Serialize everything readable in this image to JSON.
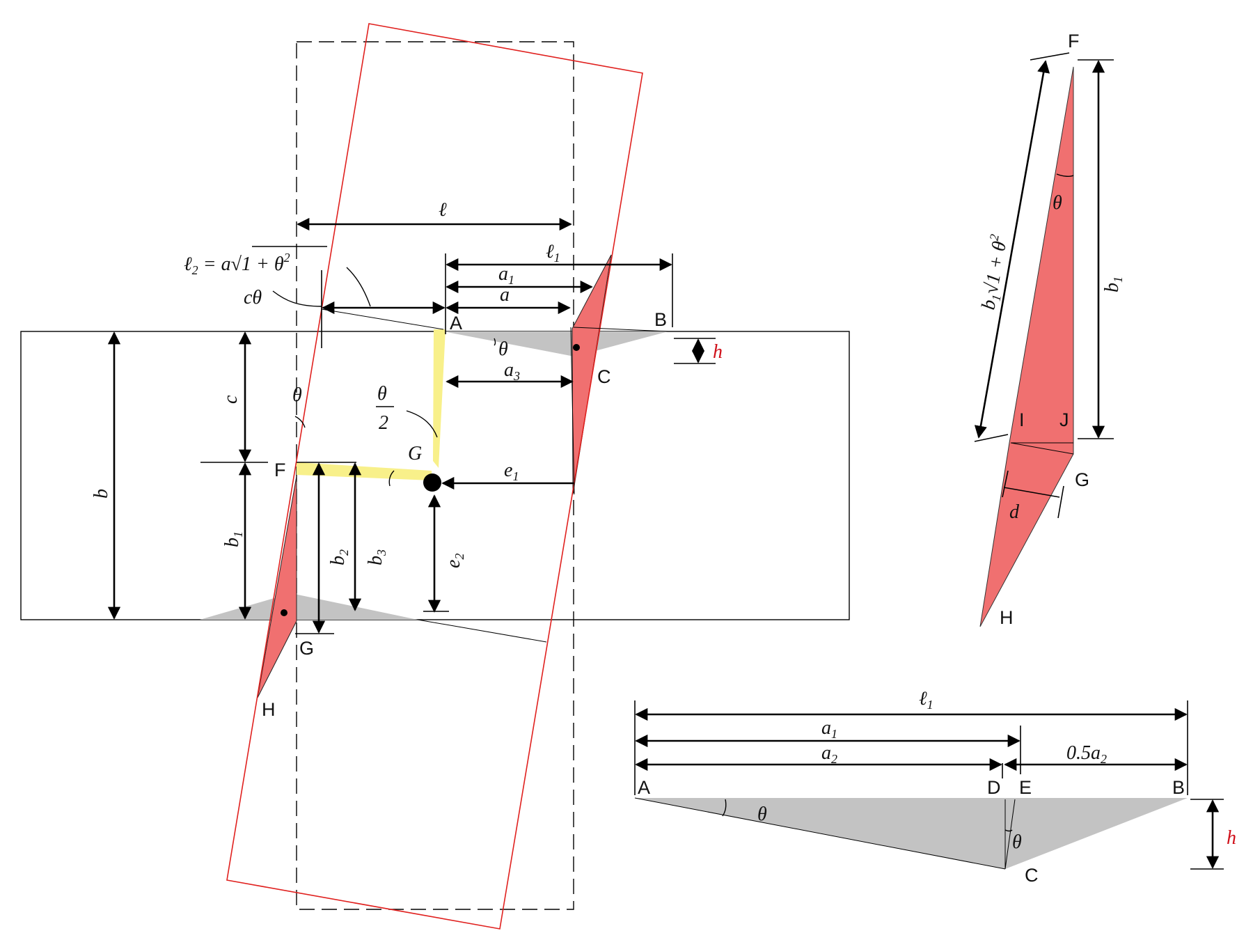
{
  "points": {
    "A": "A",
    "B": "B",
    "C": "C",
    "F": "F",
    "G": "G",
    "H": "H",
    "D": "D",
    "E": "E",
    "I": "I",
    "J": "J"
  },
  "symbols": {
    "ell": "ℓ",
    "ell1": "ℓ",
    "ell1_sub": "1",
    "ell2_formula": "ℓ",
    "ell2_sub": "2",
    "ell2_rhs": " = a√1 + θ",
    "ell2_sq": "2",
    "c_theta": "cθ",
    "a": "a",
    "a1": "a",
    "a1_sub": "1",
    "a2": "a",
    "a2_sub": "2",
    "a3": "a",
    "a3_sub": "3",
    "half_a2": "0.5a",
    "half_a2_sub": "2",
    "b": "b",
    "b1": "b",
    "b1_sub": "1",
    "b2": "b",
    "b2_sub": "2",
    "b3": "b",
    "b3_sub": "3",
    "c": "c",
    "d": "d",
    "e1": "e",
    "e1_sub": "1",
    "e2": "e",
    "e2_sub": "2",
    "h": "h",
    "theta": "θ",
    "theta_half_num": "θ",
    "theta_half_den": "2",
    "G_italic": "G",
    "b1_root": "b",
    "b1_root_sub": "1",
    "b1_root_rest": "√1 + θ",
    "b1_root_sq": "2"
  },
  "colors": {
    "red_block": "#e0201e",
    "red_fill": "#f07070",
    "gray_fill": "#c3c3c3",
    "yellow_fill": "#f8f08a",
    "h_label": "#d0101a"
  }
}
